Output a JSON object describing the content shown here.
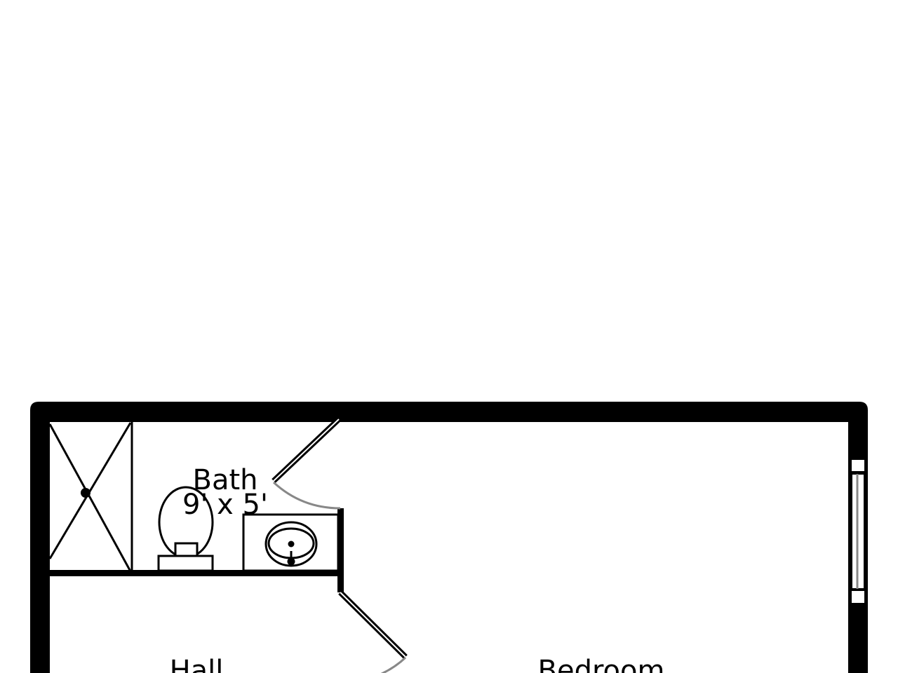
{
  "floorplan": {
    "rooms": [
      {
        "name": "Bath",
        "dimensions": "9' x 5'"
      },
      {
        "name": "Hall"
      },
      {
        "name": "Bedroom"
      }
    ]
  },
  "colors": {
    "wall": "#000000",
    "door_swing": "#808080",
    "background": "#ffffff"
  }
}
